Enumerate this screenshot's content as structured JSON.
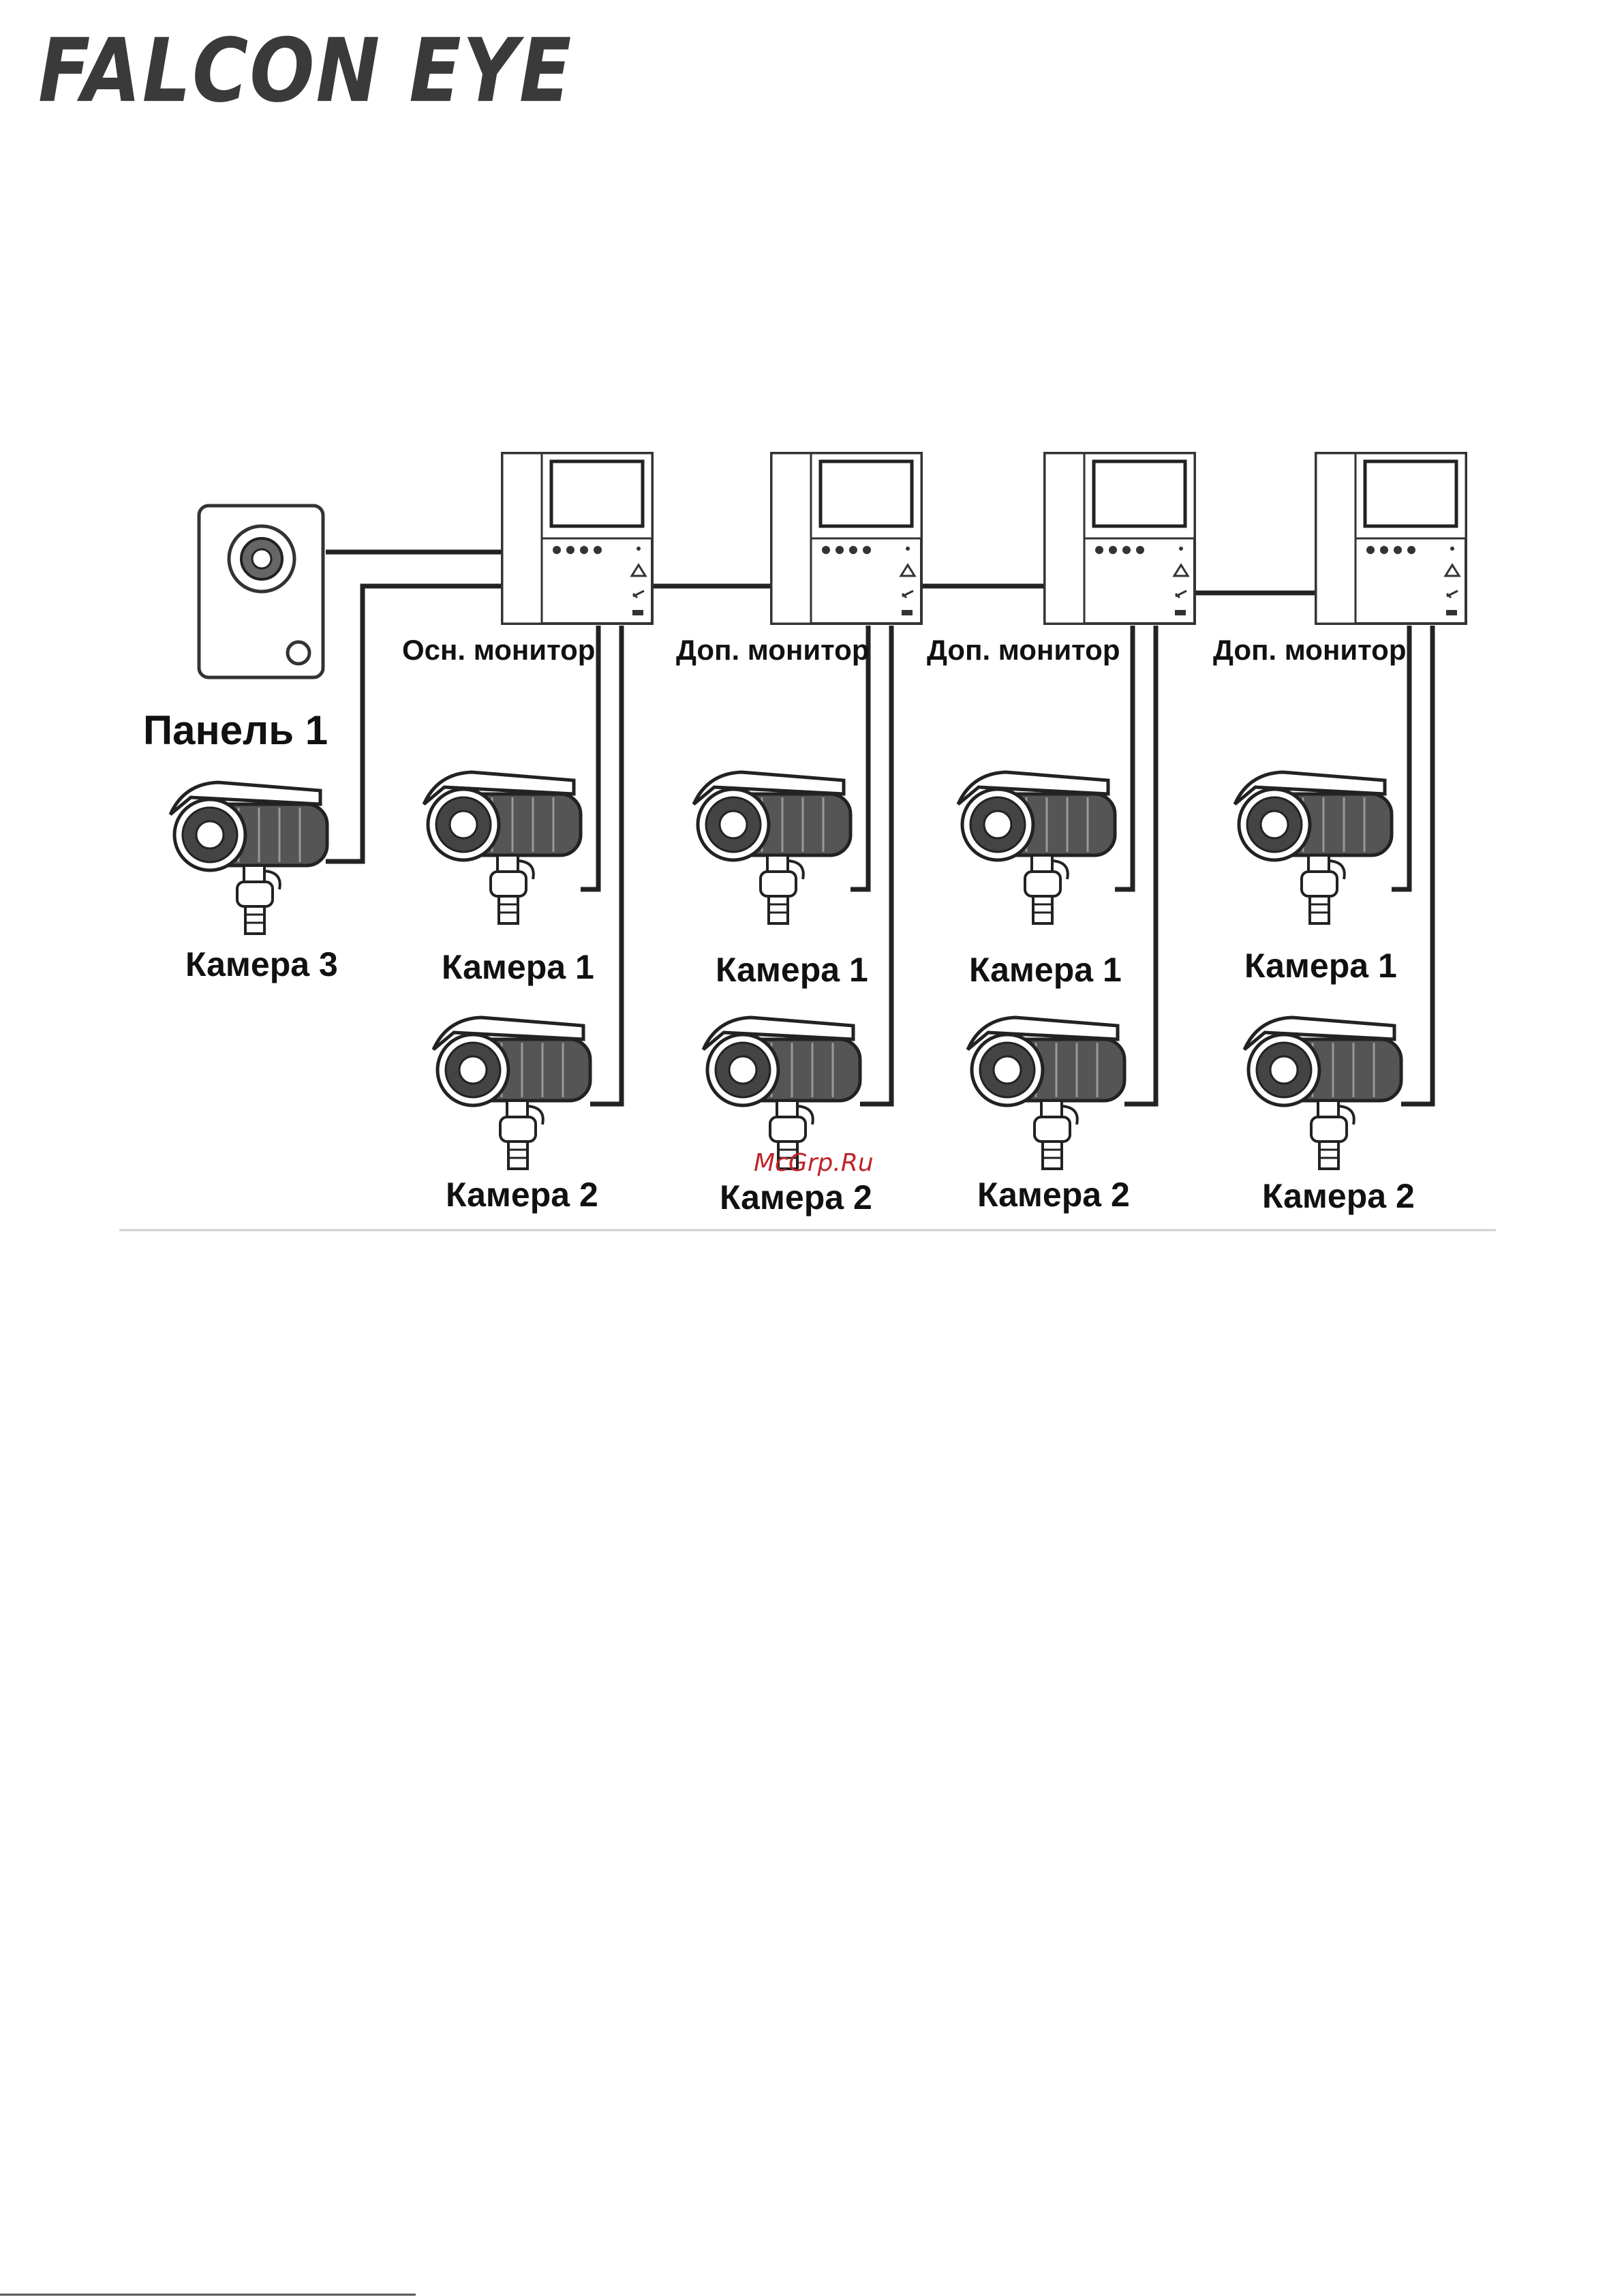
{
  "brand": {
    "logo": "FALCON EYE"
  },
  "diagram": {
    "panel": {
      "label": "Панель 1"
    },
    "monitors": [
      {
        "label": "Осн. монитор"
      },
      {
        "label": "Доп. монитор"
      },
      {
        "label": "Доп. монитор"
      },
      {
        "label": "Доп. монитор"
      }
    ],
    "cameras": {
      "panel_camera": "Камера 3",
      "camera1": "Камера 1",
      "camera2": "Камера 2"
    },
    "watermark": "McGrp.Ru"
  },
  "colors": {
    "line": "#222222",
    "device_border": "#333333",
    "watermark": "#c02428"
  }
}
